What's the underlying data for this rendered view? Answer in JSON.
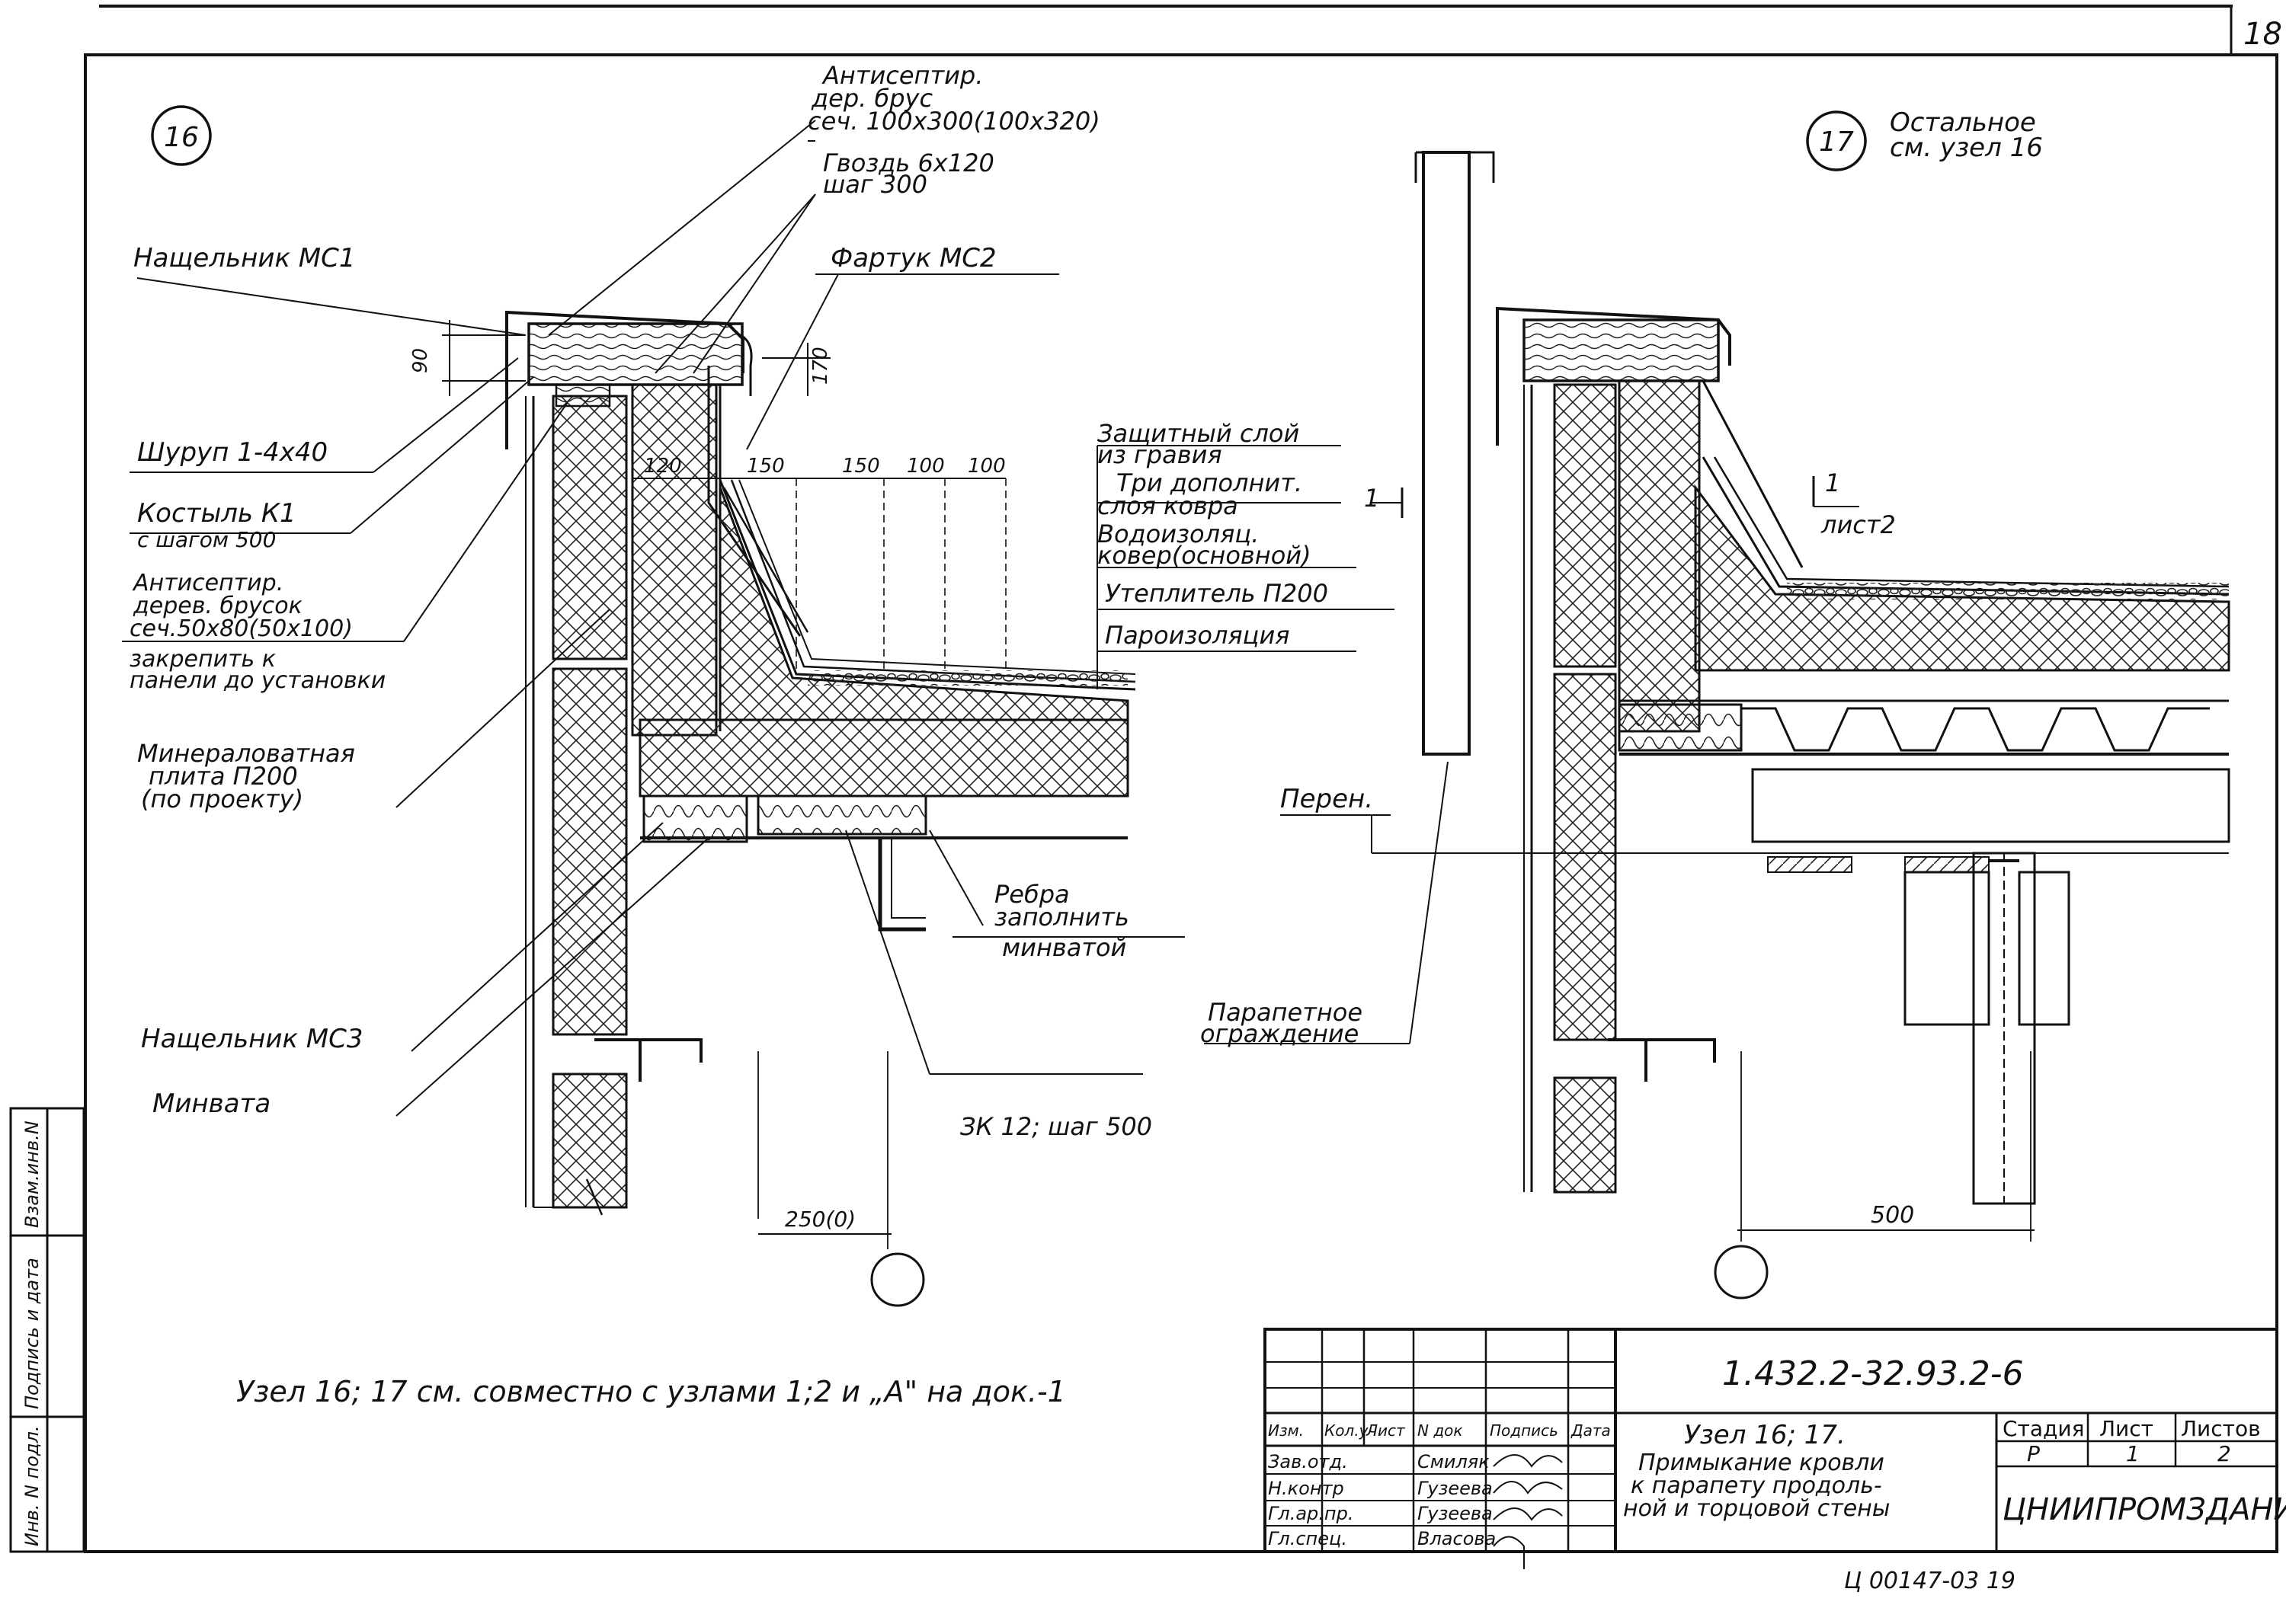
{
  "sheet": {
    "number": "18",
    "bottom_code": "Ц 00147-03   19"
  },
  "node16": {
    "number": "16",
    "labels": {
      "antisept_beam": [
        "Антисептир.",
        "дер. брус",
        "сеч. 100х300(100х320)"
      ],
      "nails": [
        "Гвоздь 6х120",
        "шаг 300"
      ],
      "cover_mc1": "Нащельник МС1",
      "apron_mc2": "Фартук МС2",
      "screw": "Шуруп 1-4х40",
      "crutch": [
        "Костыль К1",
        "с шагом 500"
      ],
      "antisept_bar": [
        "Антисептир.",
        "дерев. брусок",
        "сеч.50х80(50х100)"
      ],
      "fix_panel": [
        "закрепить к",
        "панели до установки"
      ],
      "mineral_slab": [
        "Минераловатная",
        "плита П200",
        "(по проекту)"
      ],
      "cover_mc3": "Нащельник МС3",
      "minvata": "Минвата",
      "ribs": [
        "Ребра",
        "заполнить",
        "минватой"
      ],
      "zk12": "ЗК 12; шаг 500"
    },
    "layers": [
      [
        "Защитный слой",
        "из гравия"
      ],
      [
        "Три дополнит.",
        "слоя ковра"
      ],
      [
        "Водоизоляц.",
        "ковер(основной)"
      ],
      [
        "Утеплитель П200"
      ],
      [
        "Пароизоляция"
      ]
    ],
    "dims": {
      "d90": "90",
      "d170": "170",
      "d120": "120",
      "d150a": "150",
      "d150b": "150",
      "d100a": "100",
      "d100b": "100",
      "d250": "250(0)"
    }
  },
  "node17": {
    "number": "17",
    "note": [
      "Остальное",
      "см. узел 16"
    ],
    "section_mark": "1",
    "section_ref": "лист2",
    "section_mark_left": "1",
    "overpass": "Перен.",
    "parapet": [
      "Парапетное",
      "ограждение"
    ],
    "dim500": "500"
  },
  "footnote": "Узел  16; 17 см. совместно  с узлами 1;2 и „А\" на док.-1",
  "side_stamp": [
    "Инв. N подл.",
    "Подпись и дата",
    "Взам.инв.N"
  ],
  "title_block": {
    "doc_code": "1.432.2-32.93.2-6",
    "headers": [
      "Изм.",
      "Кол.уч",
      "Лист",
      "N док",
      "Подпись",
      "Дата"
    ],
    "people": [
      {
        "role": "Зав.отд.",
        "name": "Смиляк"
      },
      {
        "role": "Н.контр",
        "name": "Гузеева"
      },
      {
        "role": "Гл.ар.пр.",
        "name": "Гузеева"
      },
      {
        "role": "Гл.спец.",
        "name": "Власова"
      }
    ],
    "title": [
      "Узел  16; 17.",
      "Примыкание  кровли",
      "к парапету продоль-",
      "ной и торцовой стены"
    ],
    "stage_headers": [
      "Стадия",
      "Лист",
      "Листов"
    ],
    "stage_values": [
      "Р",
      "1",
      "2"
    ],
    "org": "ЦНИИПРОМЗДАНИЙ"
  }
}
